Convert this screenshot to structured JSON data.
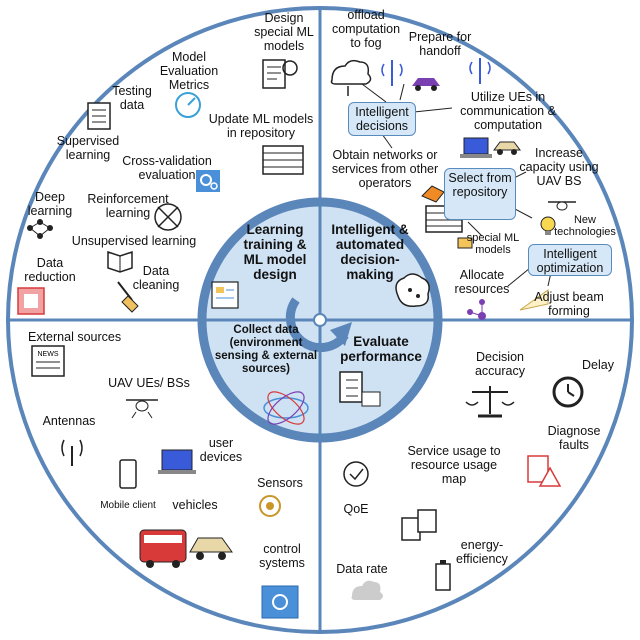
{
  "colors": {
    "ring": "#5b86ba",
    "inner_circle": "#a6c7e8",
    "quadrant_fill": "#cfe2f3",
    "box_fill": "#d6e8f7",
    "accent_orange": "#f08a24",
    "accent_purple": "#7a3fb0",
    "accent_red": "#d83a3a"
  },
  "center": {
    "learning": "Learning training & ML model design",
    "intelligent": "Intelligent & automated decision-making",
    "collect": "Collect data (environment sensing & external sources)",
    "evaluate": "Evaluate performance"
  },
  "learning_quadrant": {
    "design_models": "Design special ML models",
    "model_metrics": "Model Evaluation Metrics",
    "testing_data": "Testing data",
    "update_models": "Update ML models in repository",
    "supervised": "Supervised learning",
    "cross_validation": "Cross-validation evaluation",
    "reinforcement": "Reinforcement learning",
    "deep_learning": "Deep learning",
    "unsupervised": "Unsupervised learning",
    "data_reduction": "Data reduction",
    "data_cleaning": "Data cleaning"
  },
  "decision_quadrant": {
    "offload": "offload computation to fog",
    "handoff": "Prepare for handoff",
    "intelligent_decisions": "Intelligent decisions",
    "utilize_ues": "Utilize UEs in communication & computation",
    "obtain_networks": "Obtain networks or services from other operators",
    "increase_capacity": "Increase capacity using UAV BS",
    "select_repository": "Select from repository",
    "new_technologies": "New technologies",
    "special_models": "special ML models",
    "intelligent_optimization": "Intelligent optimization",
    "allocate_resources": "Allocate resources",
    "adjust_beam": "Adjust beam forming"
  },
  "collect_quadrant": {
    "external_sources": "External sources",
    "uav": "UAV UEs/ BSs",
    "antennas": "Antennas",
    "user_devices": "user devices",
    "mobile_client": "Mobile client",
    "vehicles": "vehicles",
    "sensors": "Sensors",
    "control_systems": "control systems",
    "news_icon_text": "NEWS"
  },
  "evaluate_quadrant": {
    "decision_accuracy": "Decision accuracy",
    "delay": "Delay",
    "diagnose_faults": "Diagnose faults",
    "service_usage": "Service usage to resource usage map",
    "qoe": "QoE",
    "energy_efficiency": "energy-efficiency",
    "data_rate": "Data rate"
  }
}
